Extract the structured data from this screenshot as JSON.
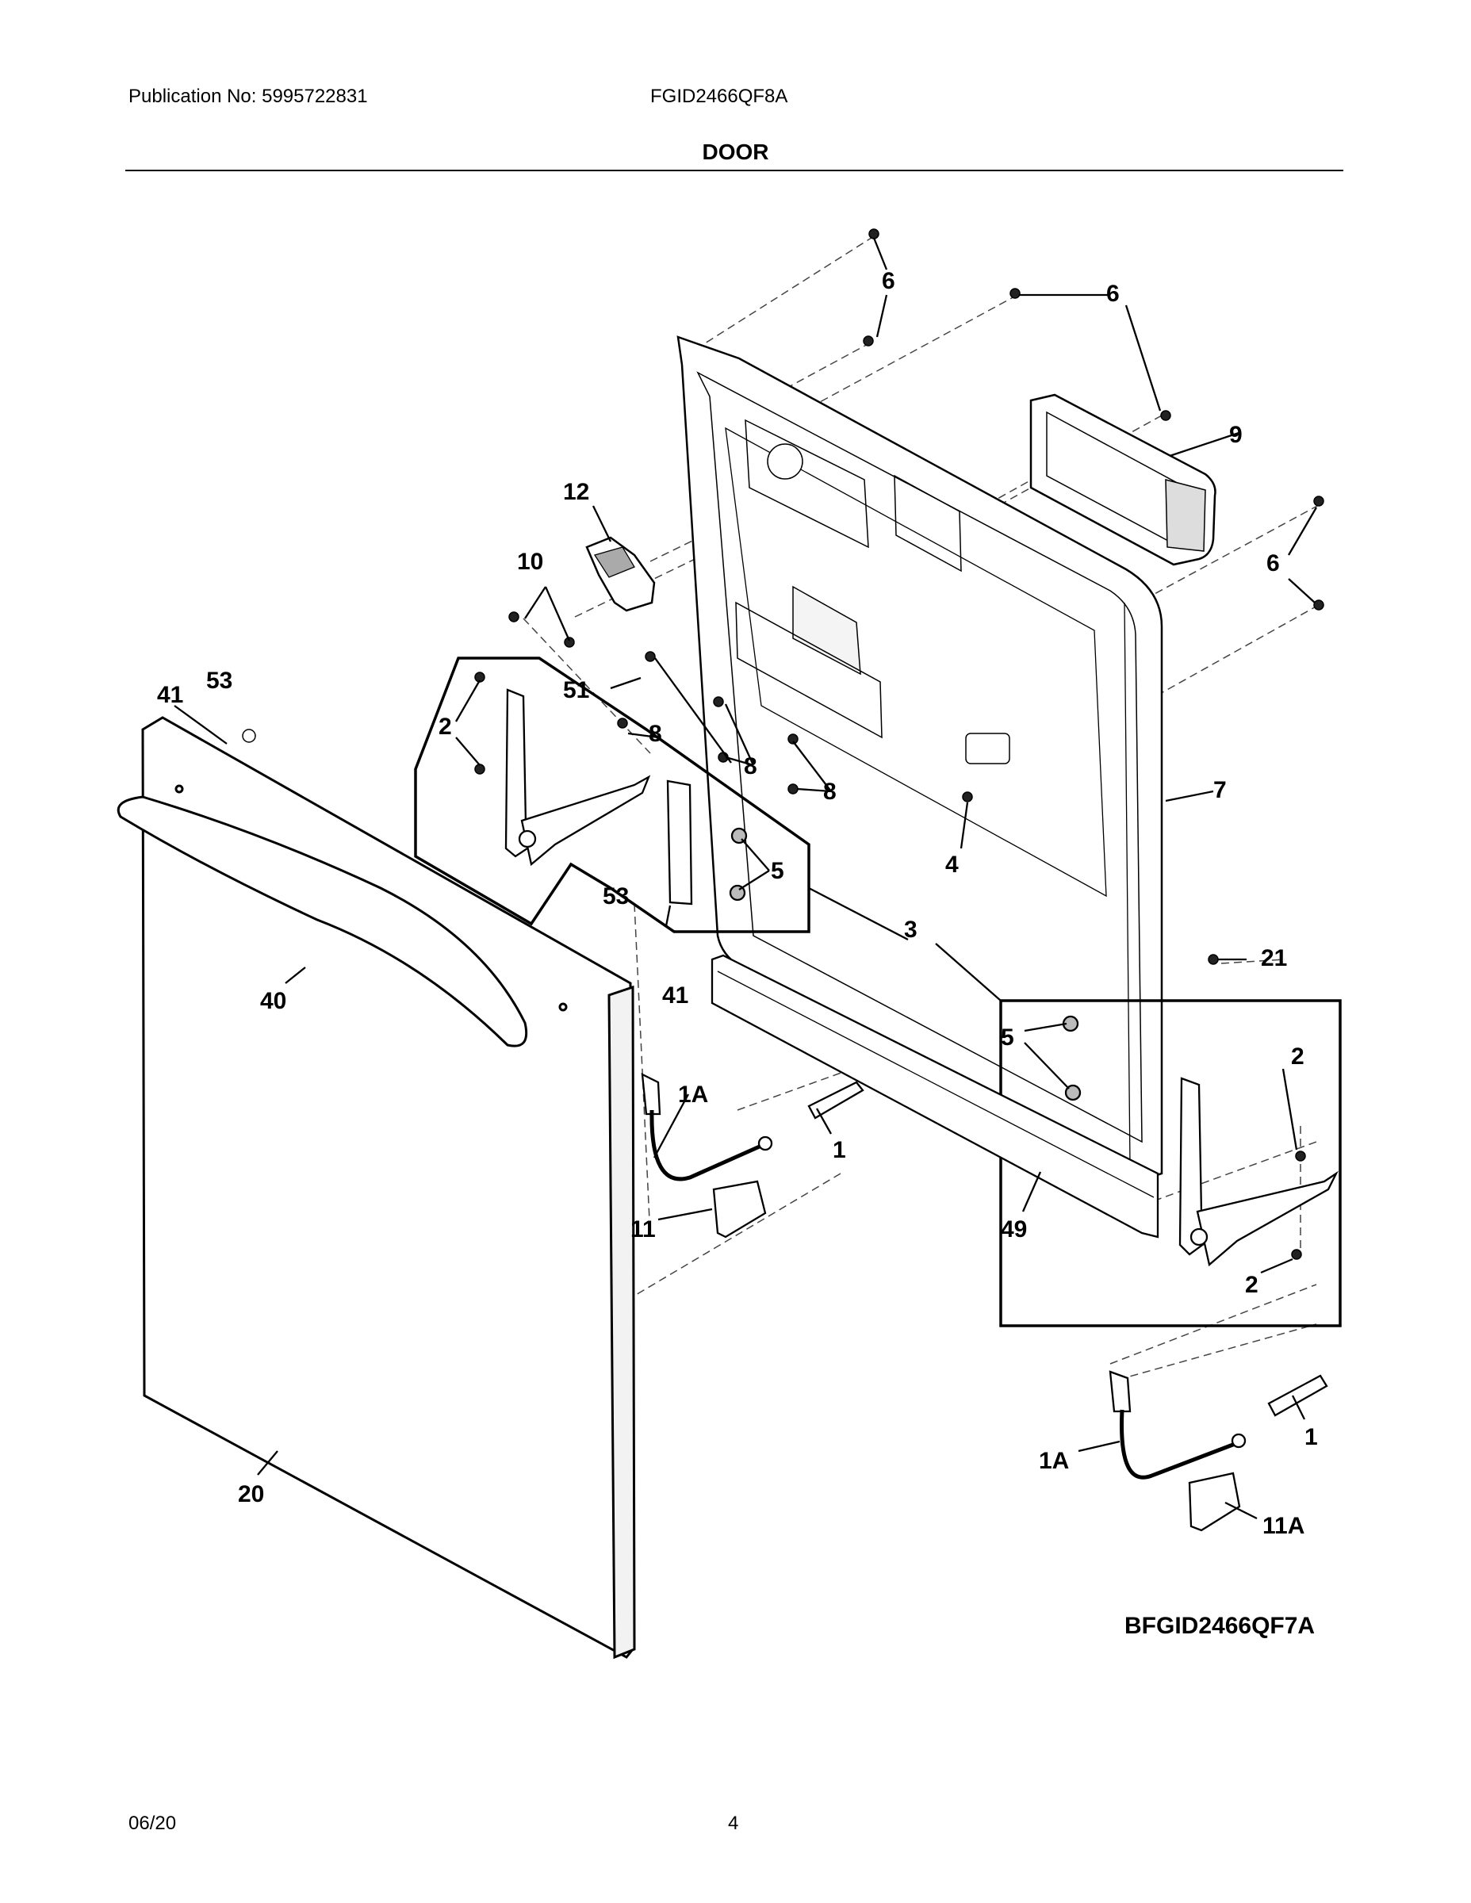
{
  "header": {
    "publication": "Publication No: 5995722831",
    "model": "FGID2466QF8A",
    "section": "DOOR"
  },
  "callouts": {
    "c6a": "6",
    "c6b": "6",
    "c6c": "6",
    "c9": "9",
    "c12": "12",
    "c10": "10",
    "c53a": "53",
    "c41a": "41",
    "c51": "51",
    "c2a": "2",
    "c8a": "8",
    "c8b": "8",
    "c8c": "8",
    "c7": "7",
    "c5a": "5",
    "c4": "4",
    "c53b": "53",
    "c3": "3",
    "c41b": "41",
    "c21": "21",
    "c40": "40",
    "c5b": "5",
    "c2b": "2",
    "c1Aa": "1A",
    "c1a": "1",
    "c11": "11",
    "c49": "49",
    "c2c": "2",
    "c20": "20",
    "c1Ab": "1A",
    "c1b": "1",
    "c11A": "11A"
  },
  "figure_id": "BFGID2466QF7A",
  "footer": {
    "date": "06/20",
    "page": "4"
  }
}
